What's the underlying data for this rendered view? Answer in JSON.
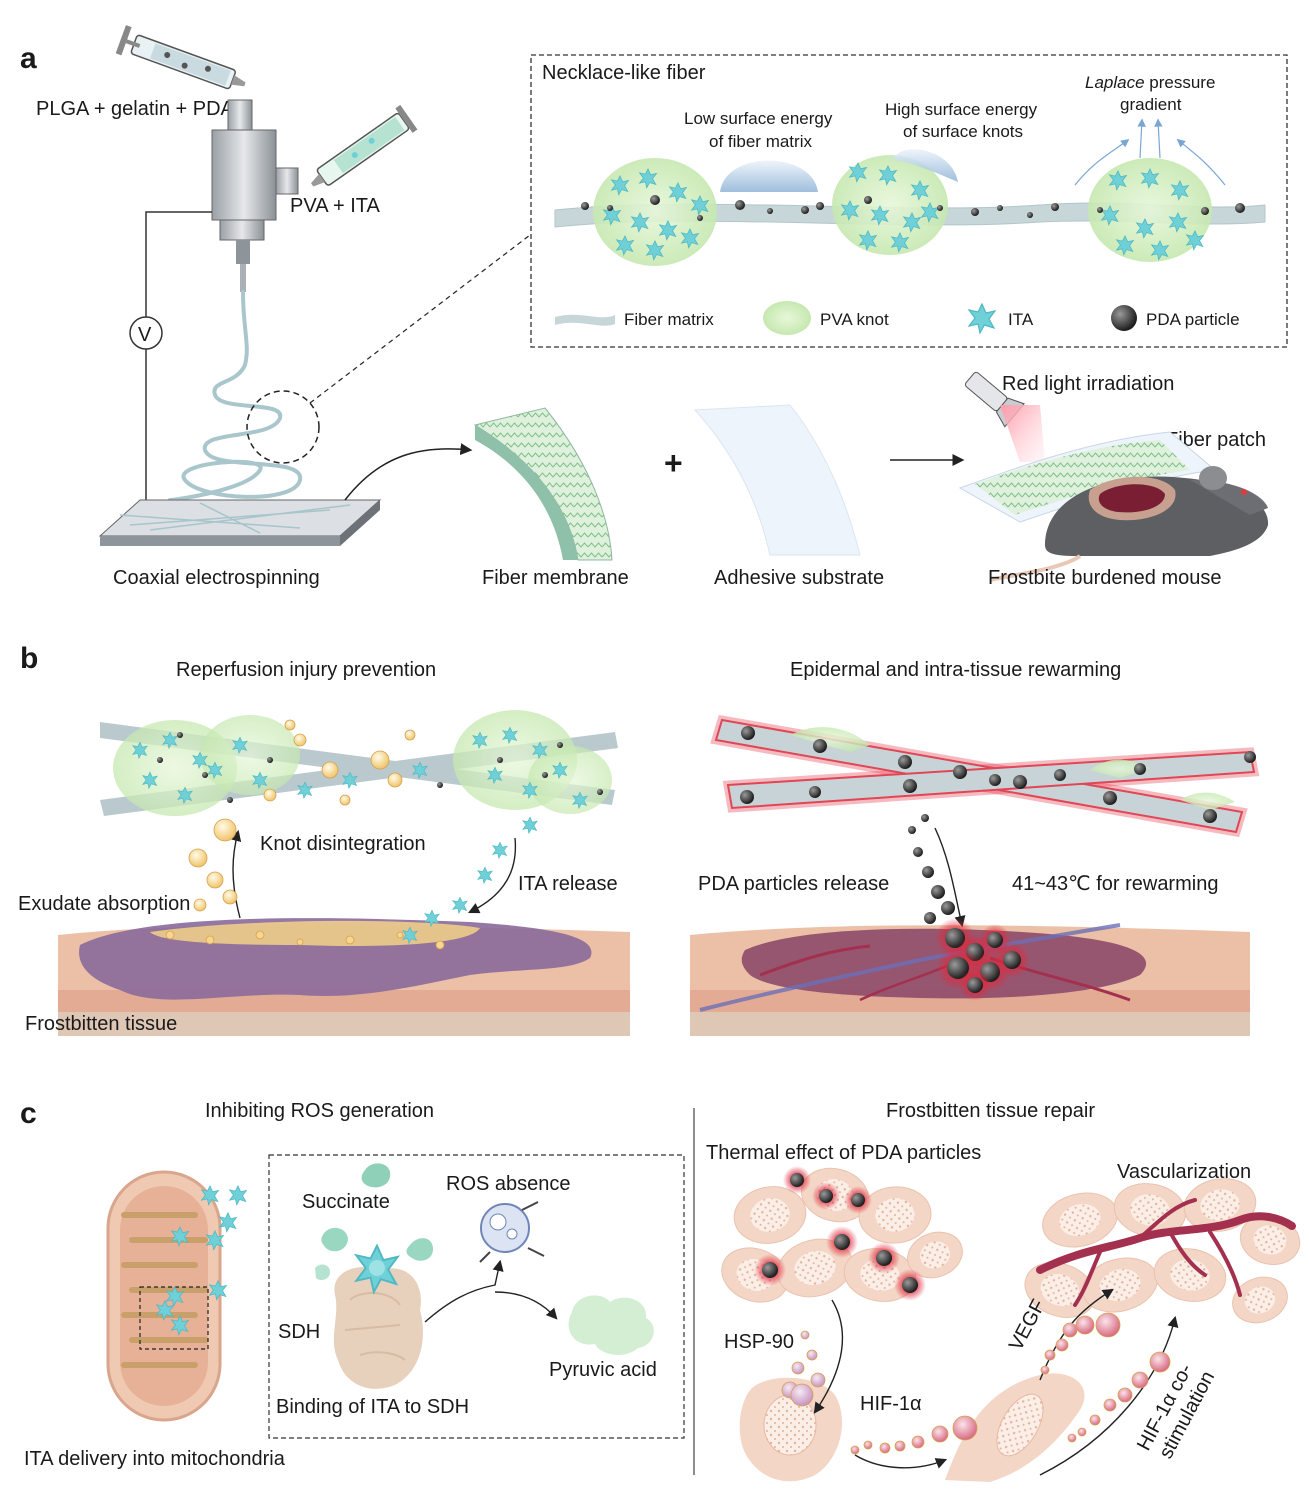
{
  "panel_a": {
    "letter": "a",
    "syringe_top": "PLGA + gelatin + PDA",
    "syringe_side": "PVA + ITA",
    "voltmeter": "V",
    "inset_title": "Necklace-like fiber",
    "low_energy_1": "Low surface energy",
    "low_energy_2": "of fiber matrix",
    "high_energy_1": "High surface energy",
    "high_energy_2": "of surface knots",
    "laplace_italic": "Laplace",
    "laplace_rest": " pressure",
    "laplace_2": "gradient",
    "legend": [
      {
        "label": "Fiber matrix"
      },
      {
        "label": "PVA knot"
      },
      {
        "label": "ITA"
      },
      {
        "label": "PDA particle"
      }
    ],
    "plus": "+",
    "red_light": "Red light irradiation",
    "fiber_patch": "Fiber patch",
    "captions": {
      "electrospinning": "Coaxial electrospinning",
      "membrane": "Fiber membrane",
      "substrate": "Adhesive substrate",
      "mouse": "Frostbite burdened mouse"
    }
  },
  "panel_b": {
    "letter": "b",
    "left_title": "Reperfusion injury prevention",
    "right_title": "Epidermal and intra-tissue rewarming",
    "knot": "Knot disintegration",
    "exudate": "Exudate absorption",
    "ita_release": "ITA release",
    "tissue": "Frostbitten tissue",
    "pda_release": "PDA particles release",
    "temp": "41~43℃ for rewarming"
  },
  "panel_c": {
    "letter": "c",
    "left_title": "Inhibiting ROS generation",
    "right_title": "Frostbitten tissue repair",
    "succinate": "Succinate",
    "ros": "ROS absence",
    "sdh": "SDH",
    "pyruvic": "Pyruvic acid",
    "binding": "Binding of ITA to SDH",
    "delivery": "ITA delivery into mitochondria",
    "thermal": "Thermal effect of PDA particles",
    "vascular": "Vascularization",
    "hsp": "HSP-90",
    "hif": "HIF-1α",
    "vegf": "VEGF",
    "costim_1": "HIF-1α co-",
    "costim_2": "stimulation"
  },
  "colors": {
    "fiber": "#c7d6d8",
    "knot": "#d8f0c8",
    "ita": "#6fd0d8",
    "pda": "#333333",
    "tissue": "#e8b9a0",
    "wound": "#8a5a8c",
    "exudate": "#f3d28a",
    "vessel": "#a3304e",
    "cell": "#f4d6c6"
  }
}
